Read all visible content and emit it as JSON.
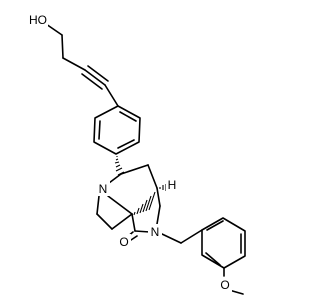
{
  "molecule": {
    "atoms": {
      "hydroxyl": "HO",
      "amine_n_bridgehead": "N",
      "amide_n": "N",
      "carbonyl_o": "O",
      "methoxy_o": "O",
      "stereo_h": "H"
    },
    "colors": {
      "bond": "#000000",
      "text": "#000000",
      "background": "#ffffff"
    }
  }
}
